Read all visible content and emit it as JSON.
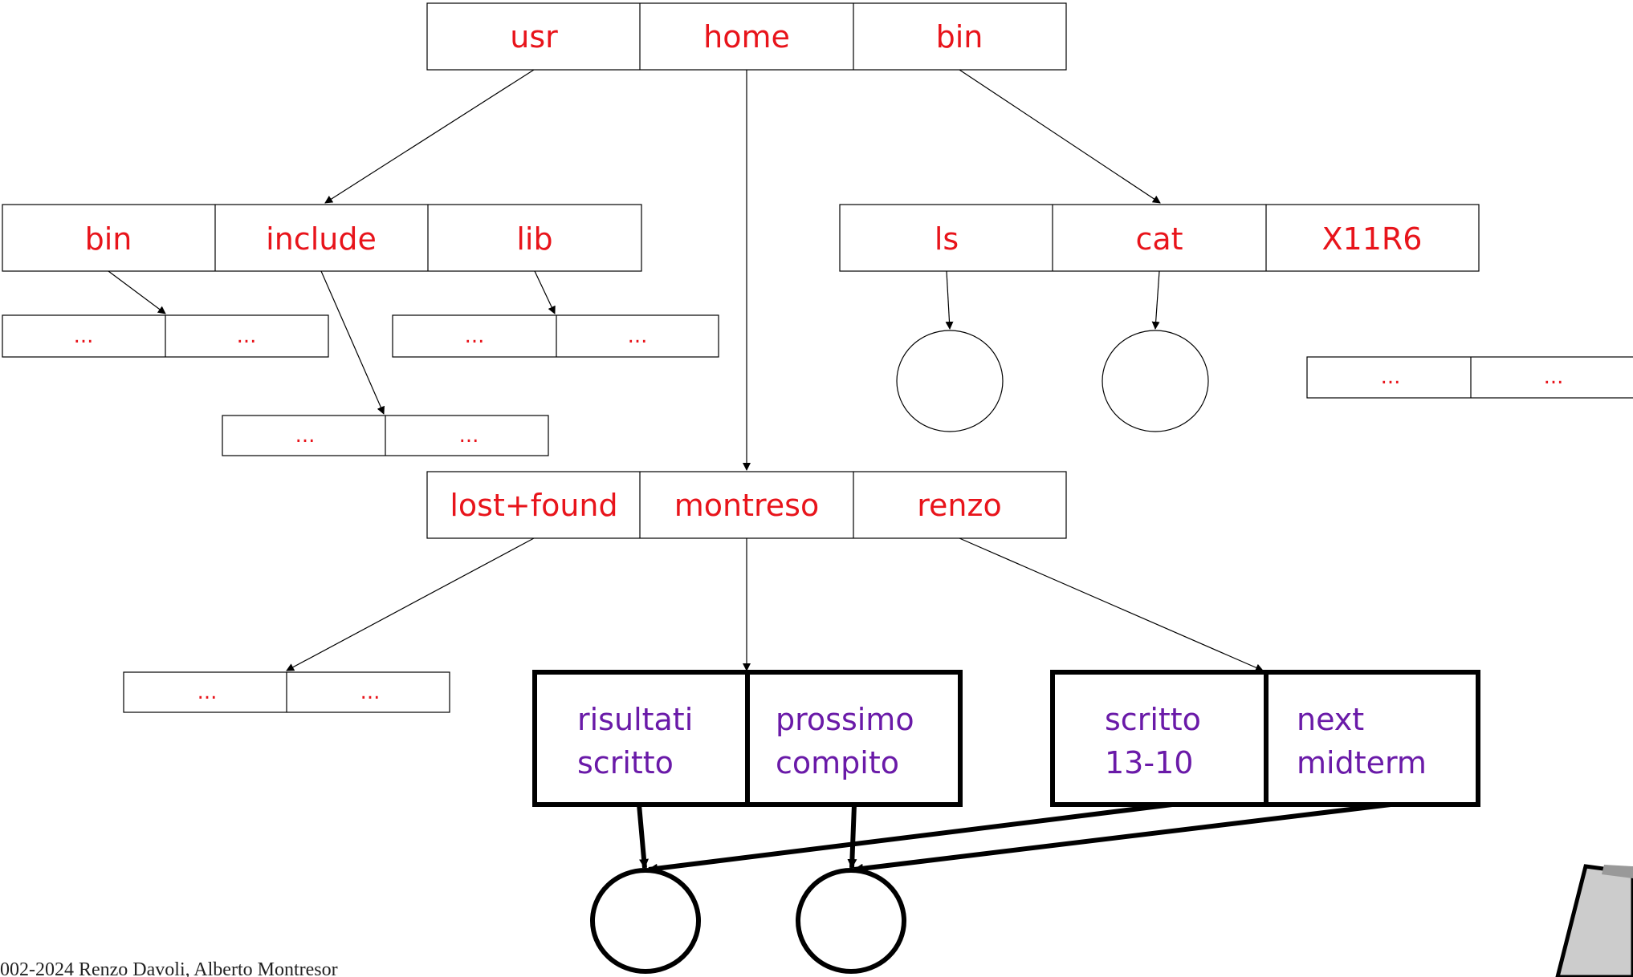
{
  "colors": {
    "label": "#e8141b",
    "highlight_label": "#6a1aa8",
    "stroke": "#000000",
    "deco_fill": "#cccccc"
  },
  "root_dir": {
    "entries": [
      "usr",
      "home",
      "bin"
    ]
  },
  "usr_dir": {
    "entries": [
      "bin",
      "include",
      "lib"
    ]
  },
  "bin_dir": {
    "entries": [
      "ls",
      "cat",
      "X11R6"
    ]
  },
  "home_dir": {
    "entries": [
      "lost+found",
      "montreso",
      "renzo"
    ]
  },
  "placeholder_dirs": {
    "usr_bin": [
      "...",
      "..."
    ],
    "usr_lib": [
      "...",
      "..."
    ],
    "usr_include": [
      "...",
      "..."
    ],
    "x11r6": [
      "...",
      "..."
    ],
    "lost_found": [
      "...",
      "..."
    ]
  },
  "montreso_dir": {
    "entries": [
      {
        "line1": "risultati",
        "line2": "scritto"
      },
      {
        "line1": "prossimo",
        "line2": "compito"
      }
    ]
  },
  "renzo_dir": {
    "entries": [
      {
        "line1": "scritto",
        "line2": "13-10"
      },
      {
        "line1": "next",
        "line2": "midterm"
      }
    ]
  },
  "footer": {
    "text": "002-2024 Renzo Davoli, Alberto Montresor"
  }
}
